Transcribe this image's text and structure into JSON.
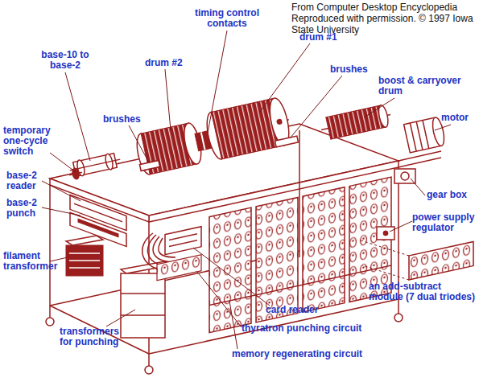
{
  "diagram": {
    "labels": [
      "From Computer Desktop Encyclopedia Reproduced with permission. © 1997 Iowa State University",
      "base-10 to base-2",
      "drum #2",
      "timing control contacts",
      "drum #1",
      "brushes",
      "brushes",
      "boost & carryover drum",
      "temporary one-cycle switch",
      "motor",
      "base-2 reader",
      "base-2 punch",
      "gear box",
      "power supply regulator",
      "filament transformer",
      "an add-subtract module (7 dual triodes)",
      "card reader",
      "thyratron punching circuit",
      "transformers for punching",
      "memory regenerating circuit"
    ]
  }
}
